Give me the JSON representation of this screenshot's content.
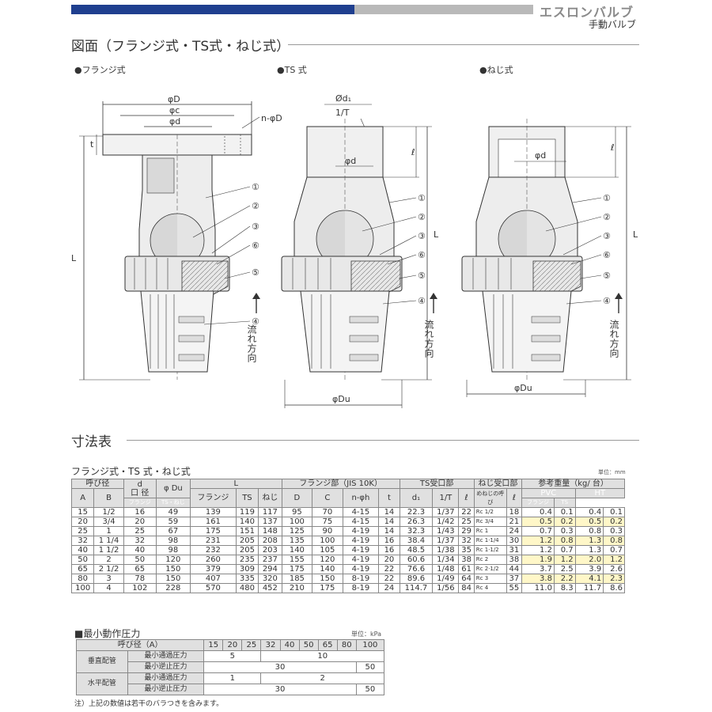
{
  "header": {
    "brand": "エスロンバルブ",
    "subtitle": "手動バルブ"
  },
  "drawing_section": {
    "title": "図面（フランジ式・TS式・ねじ式）",
    "views": [
      {
        "label": "●フランジ式"
      },
      {
        "label": "●TS 式"
      },
      {
        "label": "●ねじ式"
      }
    ],
    "dims": {
      "phiD": "φD",
      "phic": "φc",
      "phid": "φd",
      "npD": "n-φD",
      "t": "t",
      "L": "L",
      "phid1": "Ød₁",
      "oneT": "1/T",
      "ell": "ℓ",
      "phiDu": "φDu",
      "flow": "流れ方向"
    },
    "parts": [
      "①",
      "②",
      "③",
      "⑥",
      "⑤",
      "④"
    ]
  },
  "dimension_section": {
    "title": "寸法表",
    "table_title": "フランジ式・TS 式・ねじ式",
    "unit": "単位：mm",
    "group_headers": {
      "size": "呼び径",
      "d": "d",
      "d_sub": "口 径",
      "du": "φ Du",
      "L": "L",
      "flange": "フランジ部（JIS 10K）",
      "ts": "TS受口部",
      "screw": "ねじ受口部",
      "weight": "参考重量（kg/ 台）"
    },
    "sub_headers": {
      "A": "A",
      "B": "B",
      "L_flange": "フランジ",
      "L_ts": "TS",
      "L_screw": "ねじ",
      "D": "D",
      "C": "C",
      "nh": "n-φh",
      "t": "t",
      "d1": "d₁",
      "oneT": "1/T",
      "ell": "ℓ",
      "mnejine": "めねじの呼　び",
      "ell2": "ℓ",
      "pvc": "PVC",
      "ht": "HT",
      "w_flange": "フランジ",
      "w_tsscrew": "TS・ねじ",
      "w_flange2": "フランジ",
      "w_ts": "TS"
    },
    "rows": [
      [
        "15",
        "1/2",
        "16",
        "49",
        "139",
        "119",
        "117",
        "95",
        "70",
        "4-15",
        "14",
        "22.3",
        "1/37",
        "22",
        "Rc 1/2",
        "18",
        "0.4",
        "0.1",
        "0.4",
        "0.1"
      ],
      [
        "20",
        "3/4",
        "20",
        "59",
        "161",
        "140",
        "137",
        "100",
        "75",
        "4-15",
        "14",
        "26.3",
        "1/42",
        "25",
        "Rc 3/4",
        "21",
        "0.5",
        "0.2",
        "0.5",
        "0.2"
      ],
      [
        "25",
        "1",
        "25",
        "67",
        "175",
        "151",
        "148",
        "125",
        "90",
        "4-19",
        "14",
        "32.3",
        "1/43",
        "29",
        "Rc 1",
        "24",
        "0.7",
        "0.3",
        "0.8",
        "0.3"
      ],
      [
        "32",
        "1 1/4",
        "32",
        "98",
        "231",
        "205",
        "208",
        "135",
        "100",
        "4-19",
        "16",
        "38.4",
        "1/37",
        "32",
        "Rc 1·1/4",
        "30",
        "1.2",
        "0.8",
        "1.3",
        "0.8"
      ],
      [
        "40",
        "1 1/2",
        "40",
        "98",
        "232",
        "205",
        "203",
        "140",
        "105",
        "4-19",
        "16",
        "48.5",
        "1/38",
        "35",
        "Rc 1·1/2",
        "31",
        "1.2",
        "0.7",
        "1.3",
        "0.7"
      ],
      [
        "50",
        "2",
        "50",
        "120",
        "260",
        "235",
        "237",
        "155",
        "120",
        "4-19",
        "20",
        "60.6",
        "1/34",
        "38",
        "Rc 2",
        "38",
        "1.9",
        "1.2",
        "2.0",
        "1.2"
      ],
      [
        "65",
        "2 1/2",
        "65",
        "150",
        "379",
        "309",
        "294",
        "175",
        "140",
        "4-19",
        "22",
        "76.6",
        "1/48",
        "61",
        "Rc 2·1/2",
        "44",
        "3.7",
        "2.5",
        "3.9",
        "2.6"
      ],
      [
        "80",
        "3",
        "78",
        "150",
        "407",
        "335",
        "320",
        "185",
        "150",
        "8-19",
        "22",
        "89.6",
        "1/49",
        "64",
        "Rc 3",
        "37",
        "3.8",
        "2.2",
        "4.1",
        "2.3"
      ],
      [
        "100",
        "4",
        "102",
        "228",
        "570",
        "480",
        "452",
        "210",
        "175",
        "8-19",
        "24",
        "114.7",
        "1/56",
        "84",
        "Rc 4",
        "55",
        "11.0",
        "8.3",
        "11.7",
        "8.6"
      ]
    ]
  },
  "pressure_section": {
    "title": "■最小動作圧力",
    "unit": "単位：kPa",
    "size_label": "呼び径（A）",
    "sizes": [
      "15",
      "20",
      "25",
      "32",
      "40",
      "50",
      "65",
      "80",
      "100"
    ],
    "vertical": "垂直配管",
    "horizontal": "水平配管",
    "min_pass": "最小通過圧力",
    "min_reverse": "最小逆止圧力",
    "v_pass": [
      "5",
      "10"
    ],
    "v_reverse": [
      "30",
      "50"
    ],
    "h_pass": [
      "1",
      "2"
    ],
    "h_reverse": [
      "30",
      "50"
    ],
    "note": "注）上記の数値は若干のバラつきを含みます。"
  }
}
